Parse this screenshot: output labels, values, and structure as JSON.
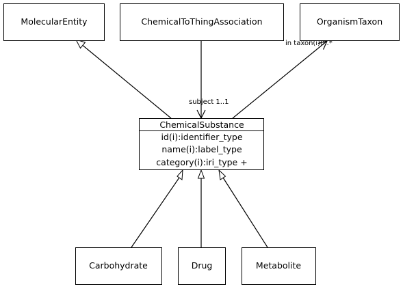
{
  "classes": {
    "molecular_entity": "MolecularEntity",
    "chemical_to_thing_association": "ChemicalToThingAssociation",
    "organism_taxon": "OrganismTaxon",
    "chemical_substance": {
      "name": "ChemicalSubstance",
      "attributes": [
        "id(i):identifier_type",
        "name(i):label_type",
        "category(i):iri_type +"
      ]
    },
    "carbohydrate": "Carbohydrate",
    "drug": "Drug",
    "metabolite": "Metabolite"
  },
  "edge_labels": {
    "subject": "subject 1..1",
    "in_taxon": "in taxon(i)0..*"
  }
}
